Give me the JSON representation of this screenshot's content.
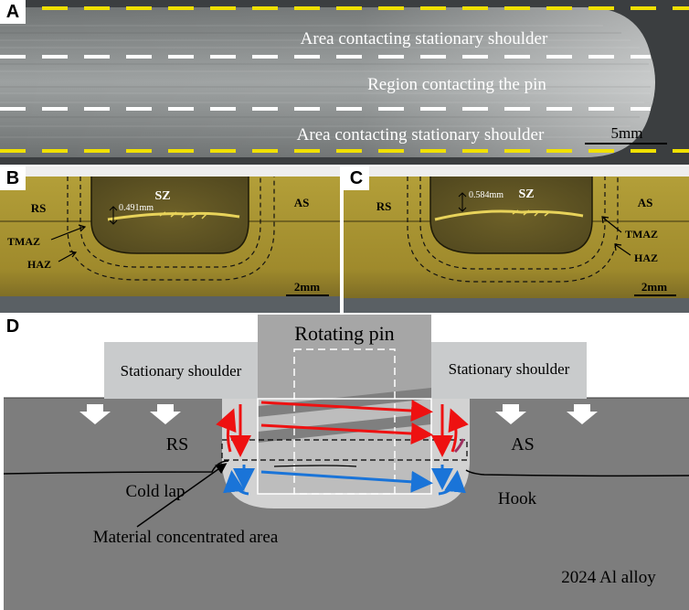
{
  "panel_a": {
    "label": "A",
    "top_text": "Area contacting stationary shoulder",
    "middle_text": "Region contacting the pin",
    "bottom_text": "Area contacting stationary shoulder",
    "scale_label": "5mm"
  },
  "panel_b": {
    "label": "B",
    "sz": "SZ",
    "rs": "RS",
    "as": "AS",
    "tmaz": "TMAZ",
    "haz": "HAZ",
    "measure": "0.491mm",
    "scale_label": "2mm"
  },
  "panel_c": {
    "label": "C",
    "sz": "SZ",
    "rs": "RS",
    "as": "AS",
    "tmaz": "TMAZ",
    "haz": "HAZ",
    "measure": "0.584mm",
    "scale_label": "2mm"
  },
  "panel_d": {
    "label": "D",
    "rotating_pin": "Rotating pin",
    "shoulder_left": "Stationary shoulder",
    "shoulder_right": "Stationary shoulder",
    "rs": "RS",
    "as": "AS",
    "cold_lap": "Cold lap",
    "hook": "Hook",
    "material_area": "Material concentrated area",
    "alloy": "2024 Al alloy"
  },
  "colors": {
    "yellow_dash": "#f0e000",
    "etch_gold": "#a8942e",
    "flow_red": "#ee1111",
    "flow_blue": "#1a74d8",
    "plate_gray": "#7d7d7d"
  }
}
